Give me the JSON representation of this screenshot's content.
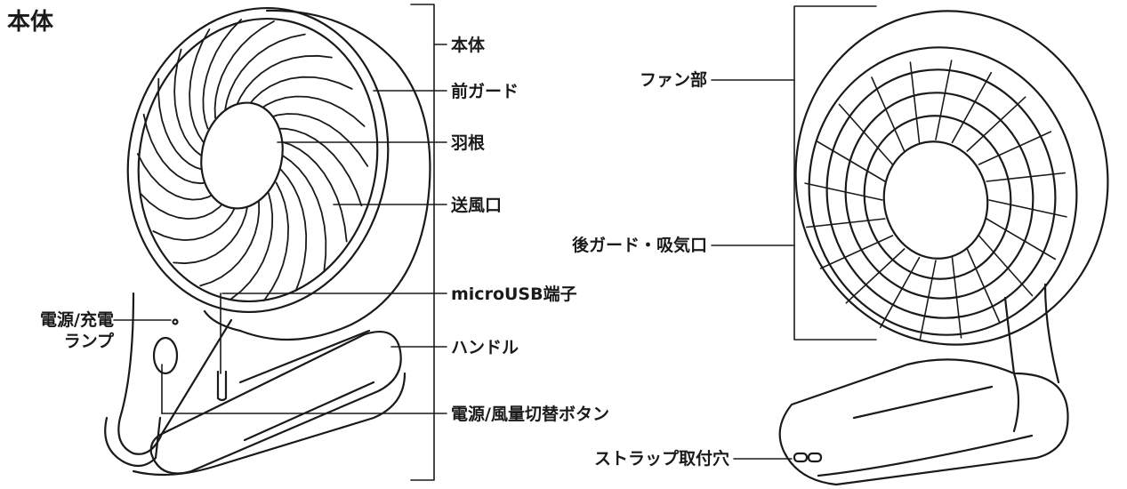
{
  "title": "本体",
  "front_labels": {
    "body": "本体",
    "front_guard": "前ガード",
    "blade": "羽根",
    "outlet": "送風口",
    "usb": "microUSB端子",
    "lamp_line1": "電源/充電",
    "lamp_line2": "ランプ",
    "handle": "ハンドル",
    "button": "電源/風量切替ボタン"
  },
  "back_labels": {
    "fan": "ファン部",
    "rear_guard": "後ガード・吸気口",
    "strap": "ストラップ取付穴"
  }
}
